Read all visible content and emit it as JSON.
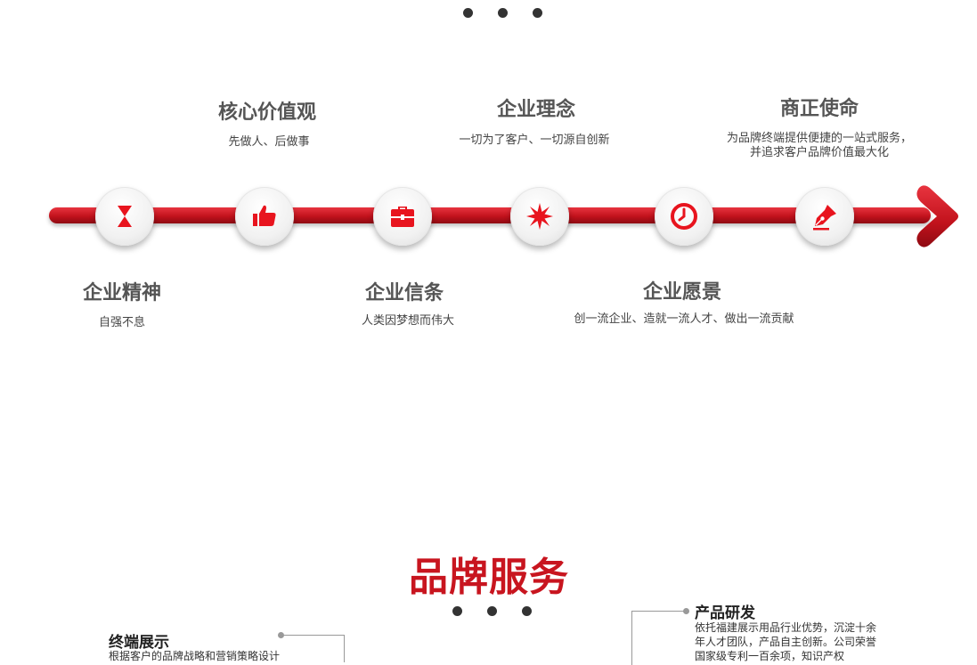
{
  "carousel_dots": {
    "top_count": 3,
    "bottom_count": 3
  },
  "timeline": {
    "bar_color": "#c2121c",
    "icon_color": "#e8141e",
    "nodes": [
      {
        "icon": "hourglass-icon",
        "title": "企业精神",
        "desc": "自强不息"
      },
      {
        "icon": "thumbs-up-icon",
        "title": "核心价值观",
        "desc": "先做人、后做事"
      },
      {
        "icon": "briefcase-icon",
        "title": "企业信条",
        "desc": "人类因梦想而伟大"
      },
      {
        "icon": "starburst-icon",
        "title": "企业理念",
        "desc": "一切为了客户、一切源自创新"
      },
      {
        "icon": "clock-icon",
        "title": "企业愿景",
        "desc": "创一流企业、造就一流人才、做出一流贡献"
      },
      {
        "icon": "pen-nib-icon",
        "title": "商正使命",
        "desc_lines": [
          "为品牌终端提供便捷的一站式服务，",
          "并追求客户品牌价值最大化"
        ]
      }
    ]
  },
  "brand_service": {
    "title": "品牌服务",
    "title_color": "#c8151f",
    "items": [
      {
        "title": "终端展示",
        "desc": "根据客户的品牌战略和营销策略设计"
      },
      {
        "title": "产品研发",
        "desc": "依托福建展示用品行业优势，沉淀十余年人才团队，产品自主创新。公司荣誉国家级专利一百余项，知识产权"
      }
    ]
  }
}
